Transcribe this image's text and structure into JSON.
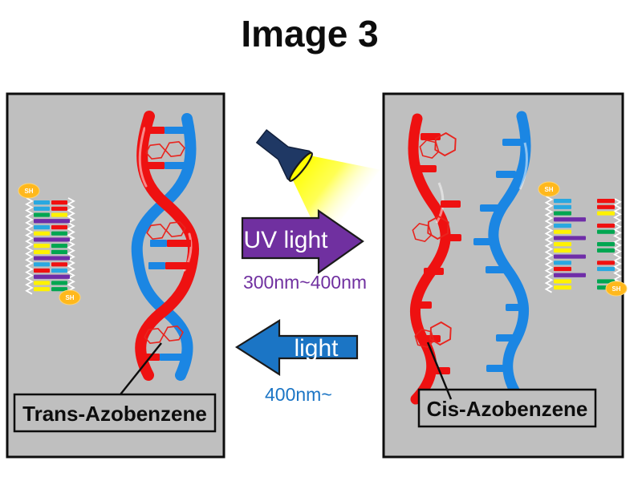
{
  "title": "Image 3",
  "colors": {
    "panel_bg": "#BFBFBF",
    "panel_border": "#0d0d0d",
    "strand_red": "#EE1111",
    "strand_blue": "#1B86E3",
    "hexagon_red": "#E8251F",
    "uv_arrow": "#7030A0",
    "light_arrow": "#1B75C5",
    "arrow_outline": "#1a1a1a",
    "flashlight_body": "#1F3864",
    "beam_yellow": "#FFFF00",
    "sh_badge": "#FFB81C",
    "bar_blue": "#29A8E0",
    "bar_red": "#F01010",
    "bar_green": "#00A651",
    "bar_yellow": "#FFF200",
    "bar_purple": "#6F2DA8",
    "backbone_white": "#FFFFFF"
  },
  "left_panel": {
    "label": "Trans-Azobenzene"
  },
  "right_panel": {
    "label": "Cis-Azobenzene"
  },
  "transition": {
    "uv_label": "UV light",
    "uv_range": "300nm~400nm",
    "visible_label": "light",
    "visible_range": "400nm~"
  },
  "duplex": {
    "sh_label": "SH",
    "rows": [
      [
        "blue",
        "red"
      ],
      [
        "blue",
        "red"
      ],
      [
        "green",
        "yellow"
      ],
      [
        "purple"
      ],
      [
        "blue",
        "red"
      ],
      [
        "yellow",
        "green"
      ],
      [
        "purple"
      ],
      [
        "yellow",
        "green"
      ],
      [
        "yellow",
        "green"
      ],
      [
        "purple"
      ],
      [
        "blue",
        "red"
      ],
      [
        "red",
        "blue"
      ],
      [
        "purple"
      ],
      [
        "yellow",
        "green"
      ],
      [
        "yellow",
        "green"
      ]
    ]
  }
}
